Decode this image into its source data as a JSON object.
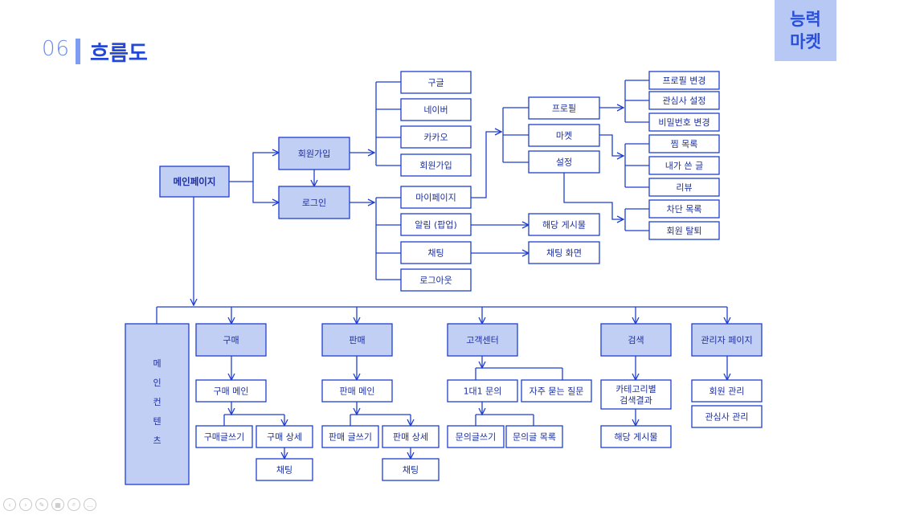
{
  "header": {
    "number": "06",
    "title": "흐름도"
  },
  "logo": {
    "line1": "능력",
    "line2": "마켓"
  },
  "nodes": {
    "main_page": "메인페이지",
    "signup": "회원가입",
    "login": "로그인",
    "google": "구글",
    "naver": "네이버",
    "kakao": "카카오",
    "signup_email": "회원가입",
    "mypage": "마이페이지",
    "alarm": "알림 (팝업)",
    "chat": "채팅",
    "logout": "로그아웃",
    "profile": "프로필",
    "market": "마켓",
    "settings": "설정",
    "profile_edit": "프로필 변경",
    "interest_setting": "관심사 설정",
    "password_change": "비밀번호 변경",
    "wishlist": "찜 목록",
    "my_posts": "내가 쓴 글",
    "review": "리뷰",
    "block_list": "차단 목록",
    "withdraw": "회원 탈퇴",
    "alarm_post": "해당 게시물",
    "chat_screen": "채팅 화면",
    "main_content": "메인컨텐츠",
    "buy": "구매",
    "sell": "판매",
    "support": "고객센터",
    "search": "검색",
    "admin": "관리자 페이지",
    "buy_main": "구매 메인",
    "buy_write": "구매글쓰기",
    "buy_detail": "구매 상세",
    "buy_chat": "채팅",
    "sell_main": "판매 메인",
    "sell_write": "판매 글쓰기",
    "sell_detail": "판매 상세",
    "sell_chat": "채팅",
    "inquiry_1on1": "1대1 문의",
    "faq": "자주 묻는 질문",
    "inquiry_write": "문의글쓰기",
    "inquiry_list": "문의글 목록",
    "category_result_1": "카테고리별",
    "category_result_2": "검색결과",
    "search_post": "해당 게시물",
    "member_manage": "회원 관리",
    "interest_manage": "관심사 관리"
  },
  "colors": {
    "line": "#1f3fcf",
    "accent_fill": "#c2cff5",
    "text": "#1d2f9e",
    "title": "#2347d6"
  }
}
